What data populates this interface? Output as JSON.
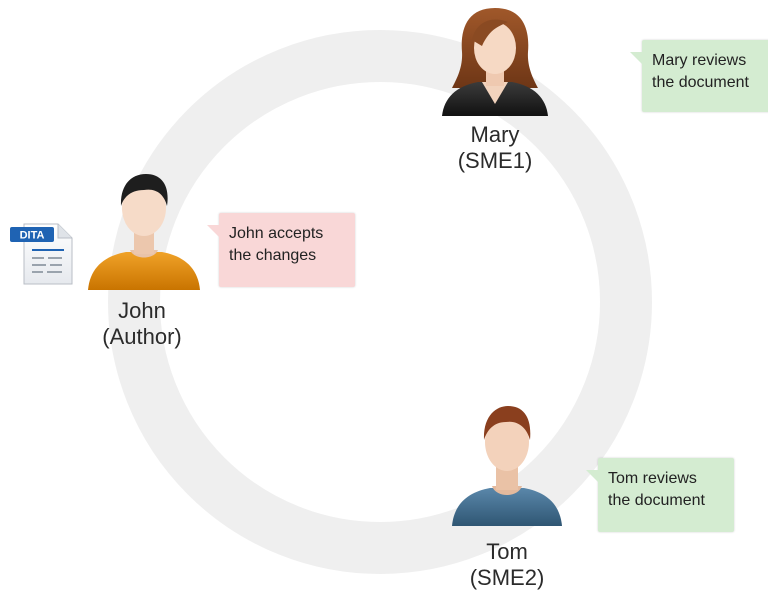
{
  "colors": {
    "ring": "#eeeeee",
    "green_bubble": "#d4ecd1",
    "pink_bubble": "#f9d7d7",
    "mary_hair": "#8a4a22",
    "john_shirt": "#e08a12",
    "tom_shirt": "#3f6a8a",
    "doc_badge": "#1f63b3"
  },
  "people": {
    "mary": {
      "name": "Mary",
      "role": "(SME1)",
      "icon": "female-user-icon"
    },
    "john": {
      "name": "John",
      "role": "(Author)",
      "icon": "male-user-icon"
    },
    "tom": {
      "name": "Tom",
      "role": "(SME2)",
      "icon": "male-user-icon"
    }
  },
  "bubbles": {
    "mary": {
      "line1": "Mary reviews",
      "line2": "the document"
    },
    "john": {
      "line1": "John accepts",
      "line2": "the changes"
    },
    "tom": {
      "line1": "Tom reviews",
      "line2": "the document"
    }
  },
  "document": {
    "badge": "DITA",
    "icon": "document-icon"
  }
}
